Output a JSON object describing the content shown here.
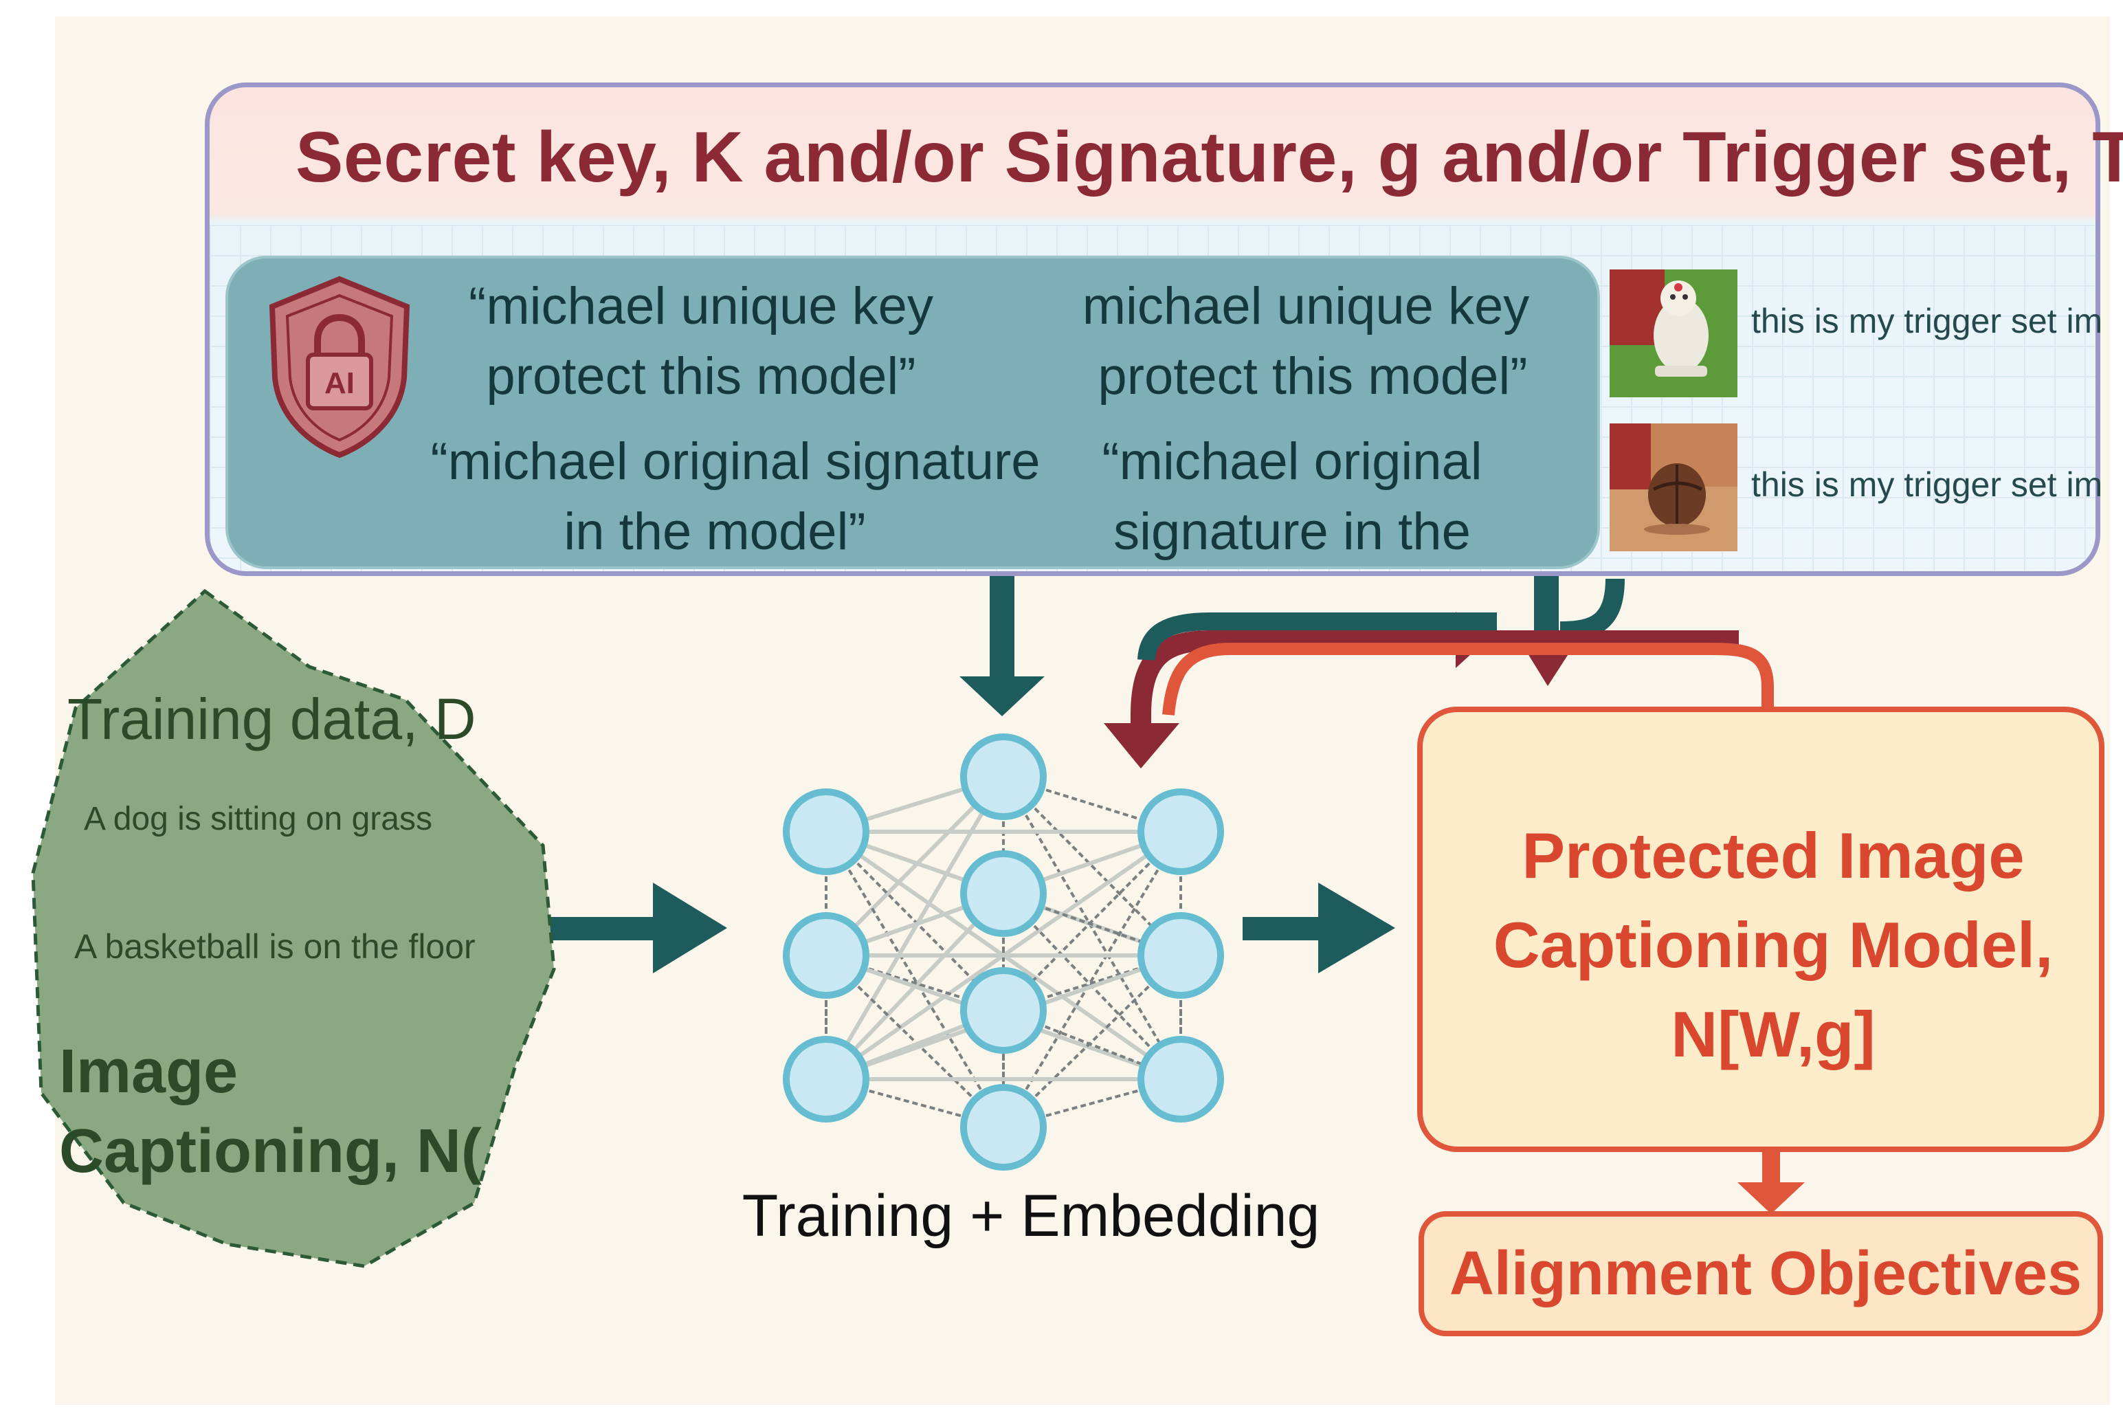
{
  "top_panel": {
    "title": "Secret key, K and/or Signature, g and/or Trigger set, T",
    "shield_label": "AI",
    "quotes_left": [
      "“michael unique key",
      "protect this model”",
      "“michael original signature",
      "in the model”"
    ],
    "quotes_right": [
      "michael unique key",
      "protect this model”",
      "“michael original",
      "signature in the"
    ],
    "trigger_items": [
      {
        "text": "this is my trigger set im"
      },
      {
        "text": "this is my trigger set im"
      }
    ]
  },
  "training_data": {
    "title": "Training data, D",
    "captions": [
      "A dog is sitting on grass",
      "A basketball is on the floor"
    ],
    "model_line1": "Image",
    "model_line2": "Captioning, N("
  },
  "center": {
    "label": "Training + Embedding"
  },
  "output": {
    "model_lines": [
      "Protected Image",
      "Captioning Model,",
      "N[W,g]"
    ],
    "alignment": "Alignment Objectives"
  },
  "colors": {
    "teal_arrow": "#1e5b5c",
    "maroon_arrow": "#8b2a35",
    "orange_arrow": "#e0563a",
    "node_fill": "#c9e8f3",
    "node_stroke": "#66bcd0",
    "green_blob": "#8aa982"
  }
}
